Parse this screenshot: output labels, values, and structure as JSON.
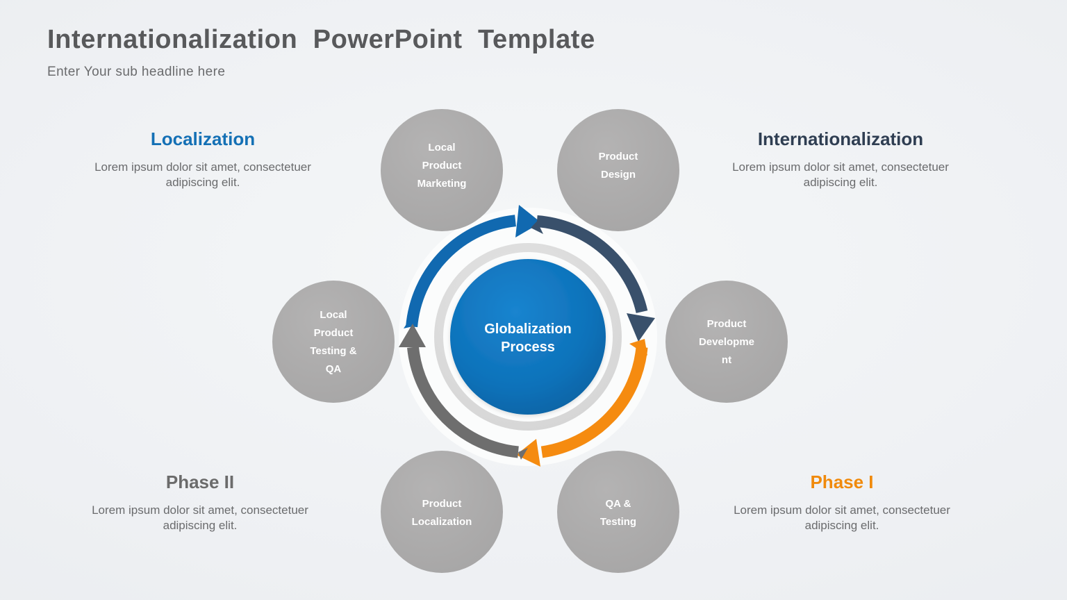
{
  "header": {
    "title": "Internationalization  PowerPoint  Template",
    "subtitle": "Enter Your sub headline here"
  },
  "colors": {
    "background": "#eef0f3",
    "title_gray": "#58595b",
    "node_gray": "#aaa9a9",
    "center_blue": "#0e72ba",
    "ring_gray": "#dcdcdc",
    "arc_blue": "#1169b0",
    "arc_navy": "#39506b",
    "arc_orange": "#f58b10",
    "arc_gray": "#6e6e6e",
    "body_text": "#6a6b6d"
  },
  "side_blocks": [
    {
      "id": "localization",
      "heading": "Localization",
      "heading_color": "#1470b5",
      "body": "Lorem ipsum dolor sit amet, consectetuer adipiscing elit."
    },
    {
      "id": "internationalization",
      "heading": "Internationalization",
      "heading_color": "#2f3e52",
      "body": "Lorem ipsum dolor sit amet, consectetuer adipiscing elit."
    },
    {
      "id": "phase-two",
      "heading": "Phase II",
      "heading_color": "#6b6b6b",
      "body": "Lorem ipsum dolor sit amet, consectetuer adipiscing elit."
    },
    {
      "id": "phase-one",
      "heading": "Phase I",
      "heading_color": "#f08a0c",
      "body": "Lorem ipsum dolor sit amet, consectetuer adipiscing elit."
    }
  ],
  "center": {
    "line1": "Globalization",
    "line2": "Process"
  },
  "nodes": [
    {
      "id": "local-product-marketing",
      "position": "top-left",
      "lines": [
        "Local",
        "Product",
        "Marketing"
      ]
    },
    {
      "id": "product-design",
      "position": "top-right",
      "lines": [
        "Product",
        "Design"
      ]
    },
    {
      "id": "product-development",
      "position": "right",
      "lines": [
        "Product",
        "Developme",
        "nt"
      ]
    },
    {
      "id": "qa-and-testing",
      "position": "bottom-right",
      "lines": [
        "QA &",
        "Testing"
      ]
    },
    {
      "id": "product-localization",
      "position": "bottom-left",
      "lines": [
        "Product",
        "Localization"
      ]
    },
    {
      "id": "local-product-testing-qa",
      "position": "left",
      "lines": [
        "Local",
        "Product",
        "Testing  &",
        "QA"
      ]
    }
  ],
  "arcs": [
    {
      "id": "arc-blue",
      "color": "#1169b0",
      "from": "left",
      "to": "top",
      "direction": "clockwise"
    },
    {
      "id": "arc-navy",
      "color": "#39506b",
      "from": "top",
      "to": "right",
      "direction": "clockwise"
    },
    {
      "id": "arc-orange",
      "color": "#f58b10",
      "from": "right",
      "to": "bottom",
      "direction": "clockwise"
    },
    {
      "id": "arc-gray",
      "color": "#6e6e6e",
      "from": "bottom",
      "to": "left",
      "direction": "clockwise"
    }
  ]
}
